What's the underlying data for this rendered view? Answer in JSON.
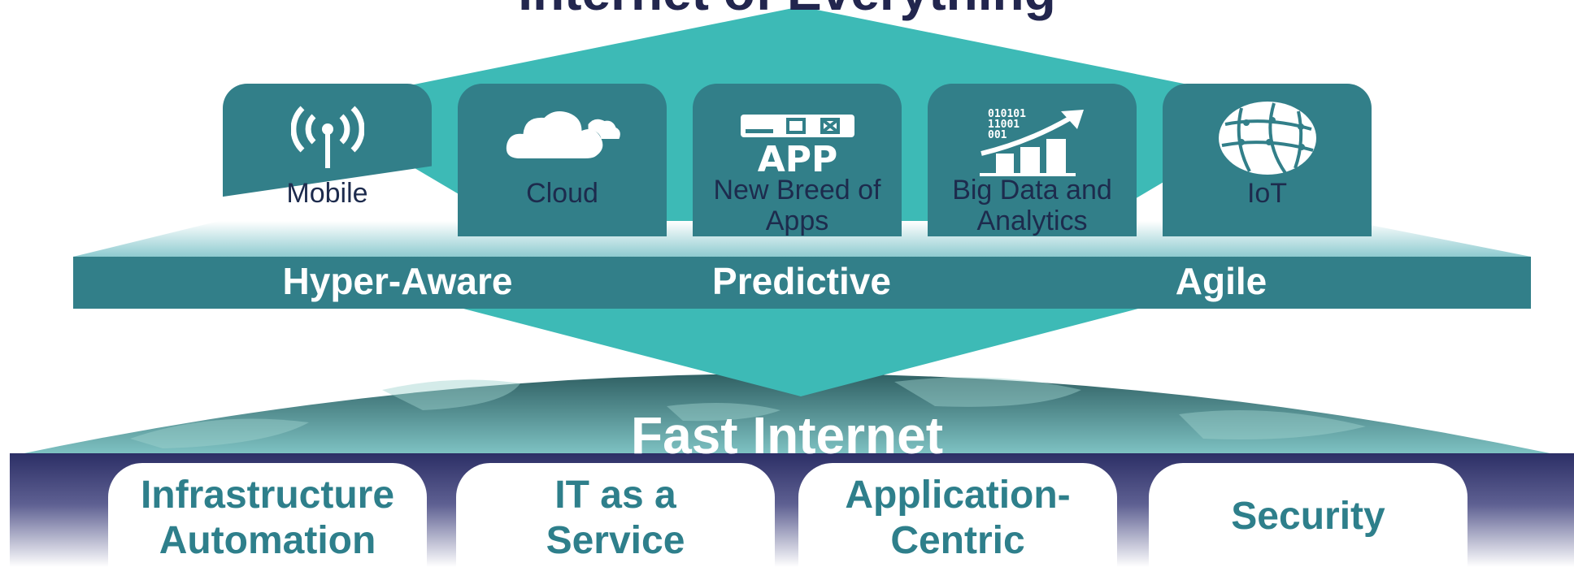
{
  "title": "Internet of Everything",
  "tiles": [
    {
      "label": "Mobile",
      "icon": "antenna-icon"
    },
    {
      "label": "Cloud",
      "icon": "cloud-icon"
    },
    {
      "label": "New Breed of Apps",
      "icon": "app-icon"
    },
    {
      "label": "Big Data and Analytics",
      "icon": "analytics-icon"
    },
    {
      "label": "IoT",
      "icon": "globe-icon"
    }
  ],
  "band": [
    "Hyper-Aware",
    "Predictive",
    "Agile"
  ],
  "fast_internet": "Fast Internet",
  "cards": [
    "Infrastructure Automation",
    "IT as a Service",
    "Application-Centric",
    "Security"
  ],
  "colors": {
    "teal": "#3dbab6",
    "tile": "#327f89",
    "band": "#327f89",
    "navy": "#22264e",
    "card_text": "#2e7f8b"
  }
}
